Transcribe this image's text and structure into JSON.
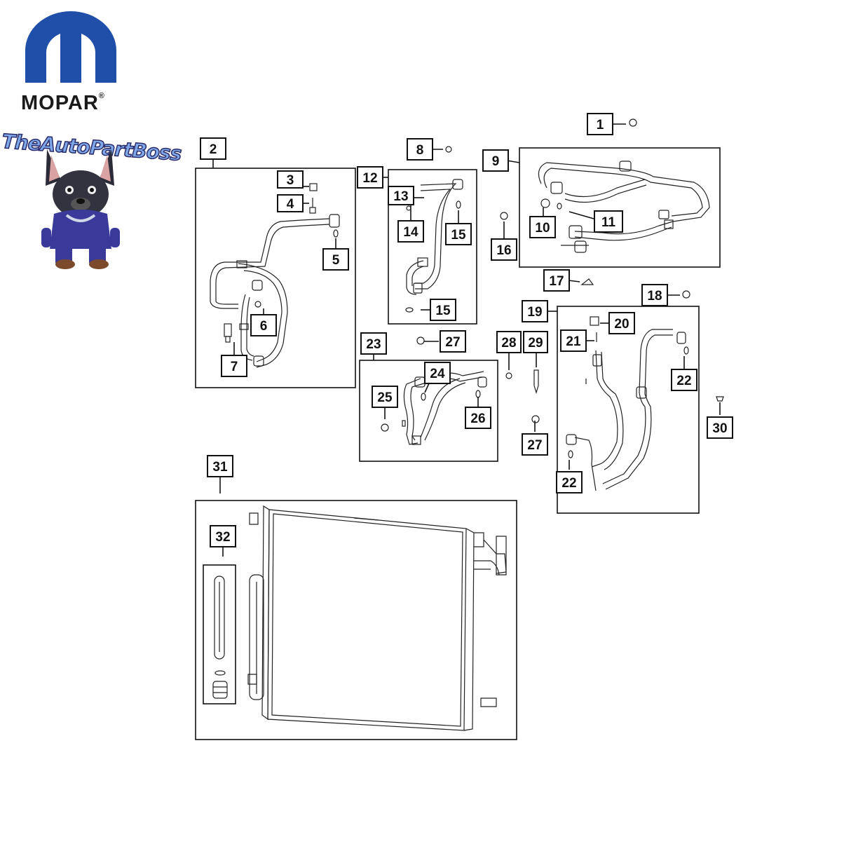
{
  "brand": {
    "logo_word": "MOPAR",
    "registered_mark": "®",
    "seller_wordmark": "TheAutoPartBoss",
    "logo_icon": "mopar-m-icon",
    "mascot_icon": "bulldog-mascot-icon",
    "colors": {
      "mopar_blue": "#1f4fa8",
      "ink": "#111111",
      "mascot_purple": "#3a3a9a"
    }
  },
  "callouts": [
    "1",
    "2",
    "3",
    "4",
    "5",
    "6",
    "7",
    "8",
    "9",
    "10",
    "11",
    "12",
    "13",
    "14",
    "15",
    "15",
    "16",
    "17",
    "18",
    "19",
    "20",
    "21",
    "22",
    "22",
    "23",
    "24",
    "25",
    "26",
    "27",
    "27",
    "28",
    "29",
    "30",
    "31",
    "32"
  ]
}
